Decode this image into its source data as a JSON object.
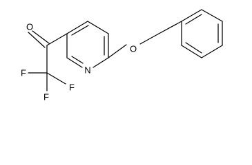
{
  "molecule": {
    "atoms": {
      "oxygen_carbonyl": "O",
      "fluorine_1": "F",
      "fluorine_2": "F",
      "fluorine_3": "F",
      "nitrogen": "N",
      "oxygen_ether": "O"
    }
  }
}
